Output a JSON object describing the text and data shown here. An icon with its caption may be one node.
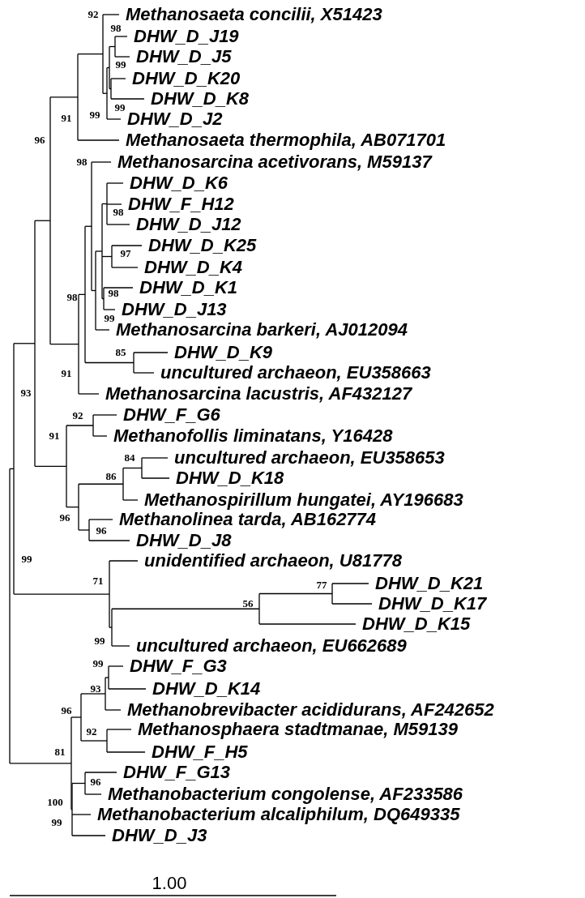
{
  "diagram": {
    "labels": [
      "92",
      "Methanosaeta concilii, X51423",
      "98",
      "DHW_D_J19",
      "DHW_D_J5",
      "99",
      "DHW_D_K20",
      "DHW_D_K8",
      "99",
      "99",
      "91",
      "DHW_D_J2",
      "96",
      "Methanosaeta thermophila, AB071701",
      "98",
      "Methanosarcina acetivorans, M59137",
      "DHW_D_K6",
      "DHW_F_H12",
      "98",
      "DHW_D_J12",
      "DHW_D_K25",
      "97",
      "DHW_D_K4",
      "DHW_D_K1",
      "98",
      "98",
      "DHW_D_J13",
      "99",
      "Methanosarcina barkeri, AJ012094",
      "85",
      "DHW_D_K9",
      "uncultured archaeon, EU358663",
      "91",
      "93",
      "Methanosarcina lacustris, AF432127",
      "92",
      "DHW_F_G6",
      "91",
      "Methanofollis liminatans, Y16428",
      "84",
      "uncultured archaeon, EU358653",
      "86",
      "DHW_D_K18",
      "Methanospirillum hungatei, AY196683",
      "96",
      "Methanolinea tarda, AB162774",
      "96",
      "DHW_D_J8",
      "99",
      "unidentified archaeon, U81778",
      "71",
      "77",
      "DHW_D_K21",
      "56",
      "DHW_D_K17",
      "DHW_D_K15",
      "99",
      "uncultured archaeon, EU662689",
      "99",
      "DHW_F_G3",
      "93",
      "DHW_D_K14",
      "96",
      "Methanobrevibacter acididurans, AF242652",
      "92",
      "Methanosphaera stadtmanae, M59139",
      "81",
      "DHW_F_H5",
      "DHW_F_G13",
      "96",
      "Methanobacterium congolense, AF233586",
      "100",
      "Methanobacterium alcaliphilum, DQ649335",
      "99",
      "DHW_D_J3",
      "1.00"
    ]
  }
}
